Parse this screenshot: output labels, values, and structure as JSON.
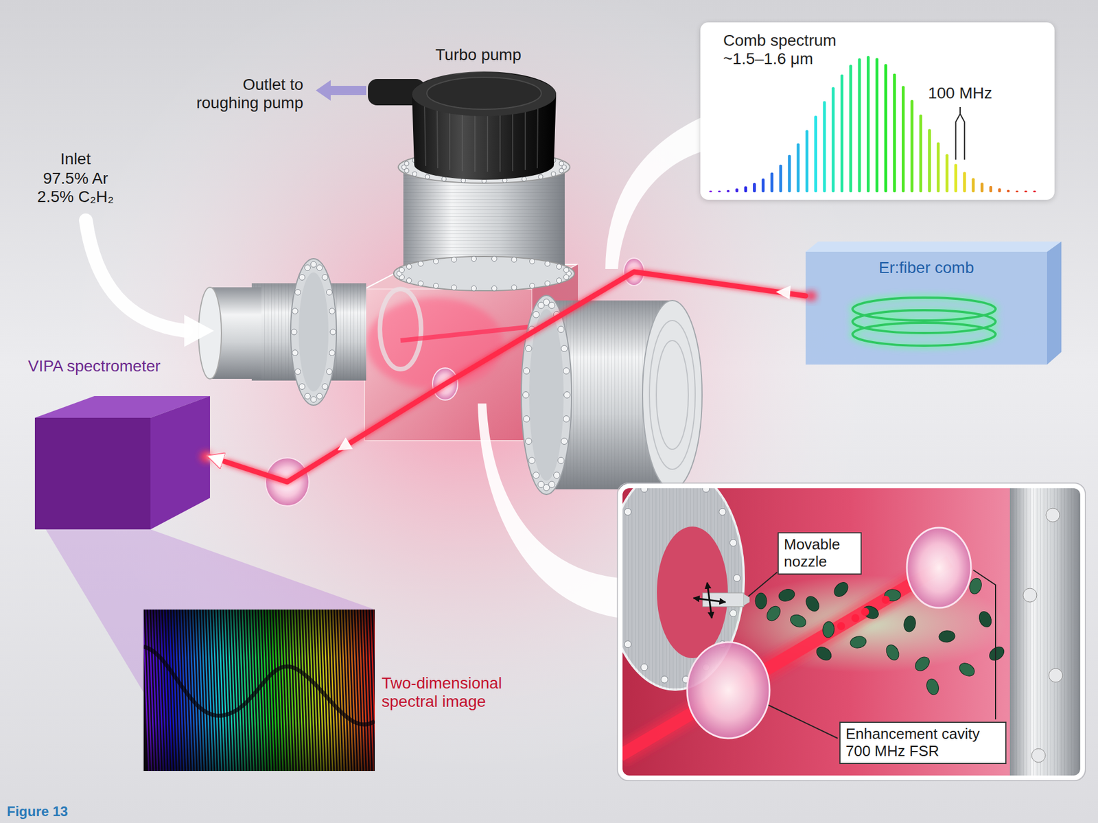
{
  "diagram": {
    "caption": "Figure 13",
    "nodes": [
      {
        "text": [
          "Comb spectrum ~1.5–1.6 μm",
          "100 MHz"
        ]
      },
      {
        "text": [
          "Er:fiber comb"
        ]
      },
      {
        "text": [
          "VIPA spectrometer"
        ]
      },
      {
        "text": [
          "Movable nozzle"
        ]
      },
      {
        "text": [
          "Enhancement cavity 700 MHz FSR"
        ]
      }
    ],
    "edges": [
      {
        "from": 1,
        "to": 2,
        "arrow": "to"
      }
    ],
    "labels": [
      "Turbo pump",
      "Outlet to roughing pump",
      "Inlet",
      "97.5% Ar 2.5% C₂H₂",
      "Two-dimensional spectral image"
    ]
  }
}
